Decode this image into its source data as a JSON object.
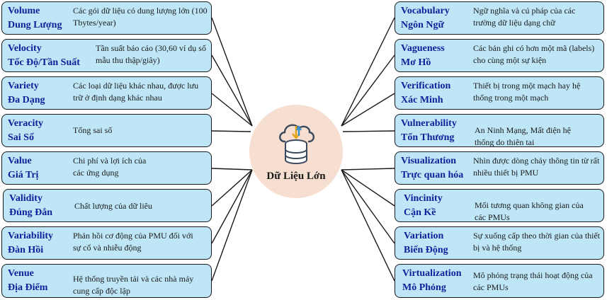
{
  "center": {
    "label": "Dữ Liệu Lớn",
    "icon": "cloud-database-icon"
  },
  "left": [
    {
      "en": "Volume",
      "vi": "Dung Lượng",
      "desc": "Các gói dữ liệu có dung lượng lớn (100 Tbytes/year)"
    },
    {
      "en": "Velocity",
      "vi": "Tốc Độ/Tần Suất",
      "desc": "Tần suất báo cáo (30,60 ví dụ số mẫu thu thập/giây)"
    },
    {
      "en": "Variety",
      "vi": "Đa Dạng",
      "desc": "Các loại dữ liệu khác nhau, được lưu trữ ở định dạng khác nhau"
    },
    {
      "en": "Veracity",
      "vi": "Sai Số",
      "desc": "Tổng sai số"
    },
    {
      "en": "Value",
      "vi": "Giá Trị",
      "desc": "Chi phí và lợi ích của các ứng dụng"
    },
    {
      "en": "Validity",
      "vi": "Đúng Đắn",
      "desc": "Chất lượng của dữ liêu"
    },
    {
      "en": "Variability",
      "vi": "Đàn Hồi",
      "desc": "Phản hồi cơ động của PMU đối với sự cố và nhiễu động"
    },
    {
      "en": "Venue",
      "vi": "Địa Điểm",
      "desc": "Hệ thống truyền tải và các nhà máy cung cấp độc lập"
    }
  ],
  "right": [
    {
      "en": "Vocabulary",
      "vi": "Ngôn Ngữ",
      "desc": "Ngữ nghĩa và cú pháp của các trường dữ liệu dạng chữ"
    },
    {
      "en": "Vagueness",
      "vi": "Mơ Hồ",
      "desc": "Các bản ghi có hơn một mã (labels) cho cùng một sự kiện"
    },
    {
      "en": "Verification",
      "vi": "Xác Minh",
      "desc": "Thiết bị trong một mạch hay hệ thống trong một mạch"
    },
    {
      "en": "Vulnerability",
      "vi": "Tổn Thương",
      "desc": "An Ninh Mạng, Mất điện hệ thống do thiên tai"
    },
    {
      "en": "Visualization",
      "vi": "Trực quan hóa",
      "desc": "Nhìn được dòng chảy thông tin từ rất nhiều thiết bị PMU"
    },
    {
      "en": "Vincinity",
      "vi": "Cận Kề",
      "desc": "Mối tương quan không gian của các PMUs"
    },
    {
      "en": "Variation",
      "vi": "Biến Động",
      "desc": "Sự xuống cấp theo thời gian của thiết bị và hệ thống"
    },
    {
      "en": "Virtualization",
      "vi": "Mô Phỏng",
      "desc": "Mô phỏng trạng thái hoạt động của các PMUs"
    }
  ]
}
